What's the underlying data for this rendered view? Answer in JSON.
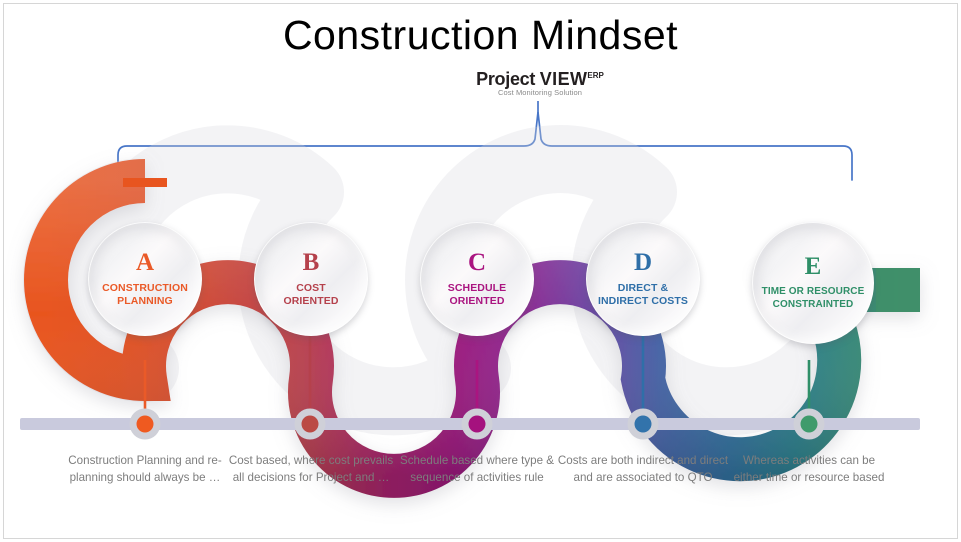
{
  "slide": {
    "title": "Construction Mindset",
    "background_color": "#ffffff",
    "frame_color": "#d6d6d6"
  },
  "logo": {
    "word1": "Project",
    "word2": "VIEW",
    "superscript": "ERP",
    "tagline": "Cost Monitoring Solution",
    "color": "#231f20",
    "tagline_color": "#8a8a8a"
  },
  "bracket": {
    "color": "#4876c8",
    "name": "curly-brace-connector"
  },
  "timeline": {
    "rail_color": "#c9cadd",
    "ring_color": "#cfd0d8"
  },
  "ribbon": {
    "stops": [
      "#e8551f",
      "#d4503a",
      "#b53f52",
      "#a31a7a",
      "#8e2f98",
      "#6a4aa6",
      "#3d6fa8",
      "#2d7d8e",
      "#3c8d6d"
    ]
  },
  "steps": [
    {
      "letter": "A",
      "caption": "CONSTRUCTION\nPLANNING",
      "caption_line1": "CONSTRUCTION",
      "caption_line2": "PLANNING",
      "color": "#ea5a28",
      "dot_color": "#ef5a20",
      "description_line1": "Construction Planning and re-",
      "description_line2": "planning should always be …",
      "description": "Construction Planning and re-planning should always be …"
    },
    {
      "letter": "B",
      "caption": "COST\nORIENTED",
      "caption_line1": "COST",
      "caption_line2": "ORIENTED",
      "color": "#b5414c",
      "dot_color": "#bb4a44",
      "description_line1": "Cost  based, where cost prevails",
      "description_line2": "all decisions for Project and …",
      "description": "Cost  based, where cost prevails all decisions for Project and …"
    },
    {
      "letter": "C",
      "caption": "SCHEDULE\nORIENTED",
      "caption_line1": "SCHEDULE",
      "caption_line2": "ORIENTED",
      "color": "#aa1580",
      "dot_color": "#a5form",
      "description_line1": "Schedule based where type &",
      "description_line2": "sequence of activities rule",
      "description": "Schedule based where type & sequence of activities rule"
    },
    {
      "letter": "D",
      "caption": "DIRECT &\nINDIRECT COSTS",
      "caption_line1": "DIRECT &",
      "caption_line2": "INDIRECT COSTS",
      "color": "#2f6fa8",
      "dot_color": "#3273ab",
      "description_line1": "Costs are both indirect and direct",
      "description_line2": "and are associated to QTO",
      "description": "Costs are both indirect and direct and are associated to QTO"
    },
    {
      "letter": "E",
      "caption": "TIME OR RESOURCE\nCONSTRAINTED",
      "caption_line1": "TIME OR RESOURCE",
      "caption_line2": "CONSTRAINTED",
      "color": "#2f8f68",
      "dot_color": "#3f9b6c",
      "description_line1": "Whereas activities can be",
      "description_line2": "either time or resource based",
      "description": "Whereas activities can be either time or resource based"
    }
  ]
}
